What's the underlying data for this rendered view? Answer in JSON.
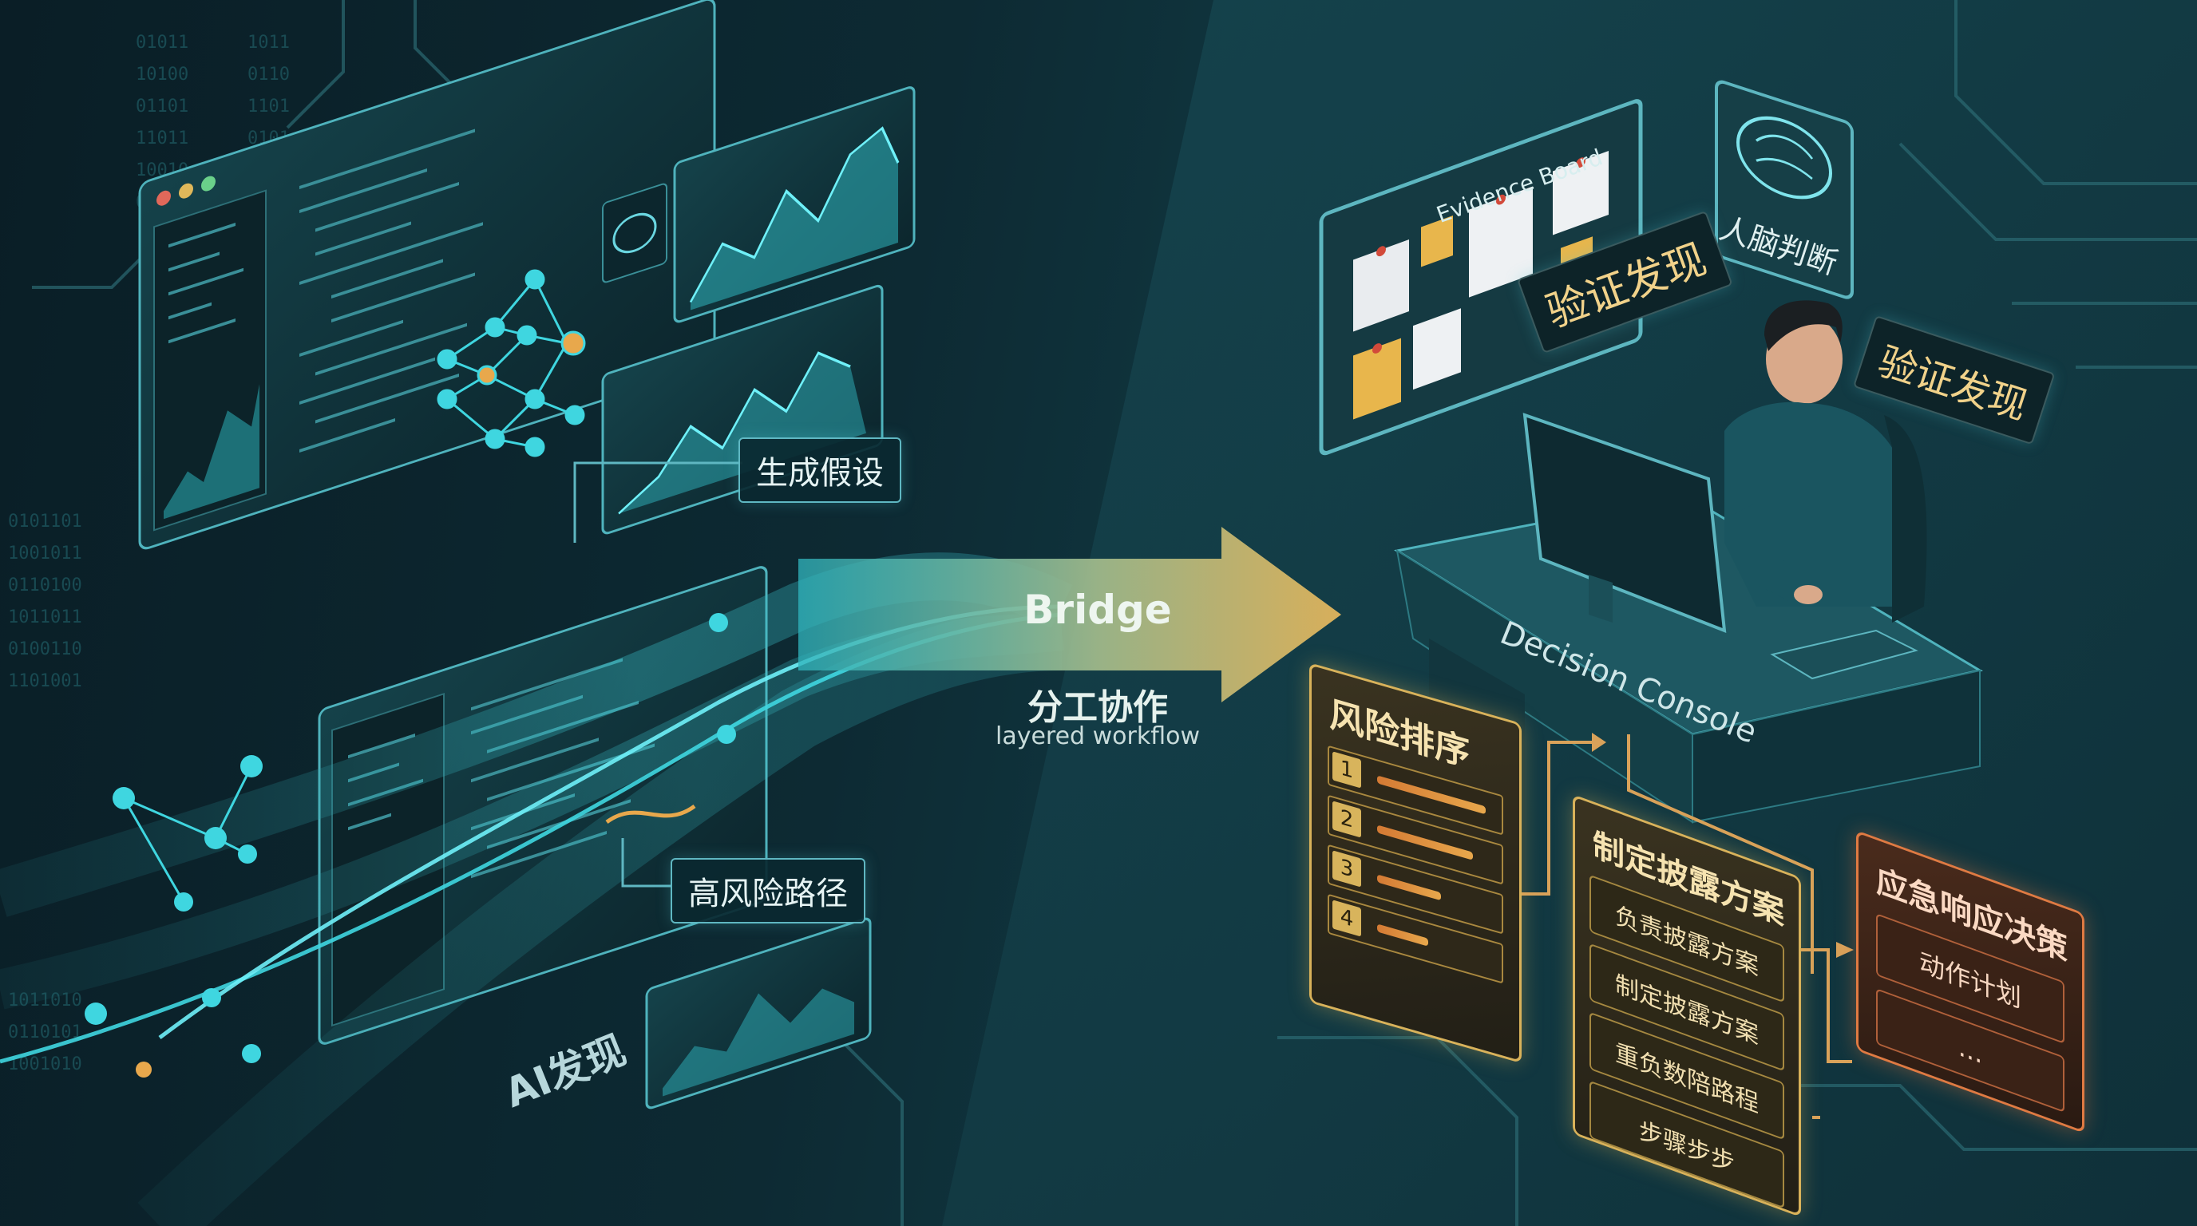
{
  "labels": {
    "hypothesis": "生成假设",
    "high_risk_path": "高风险路径",
    "ai_discovery": "AI发现",
    "bridge": "Bridge",
    "division": "分工协作",
    "layered": "layered workflow",
    "evidence_board": "Evidence Board",
    "verify_board": "验证发现",
    "verify_side": "验证发现",
    "human_judgment": "人脑判断",
    "decision_console": "Decision Console"
  },
  "risk_panel": {
    "title": "风险排序",
    "ranks": [
      {
        "num": "1",
        "level": 0.85
      },
      {
        "num": "2",
        "level": 0.75
      },
      {
        "num": "3",
        "level": 0.5
      },
      {
        "num": "4",
        "level": 0.4
      }
    ]
  },
  "disclosure_panel": {
    "title": "制定披露方案",
    "steps": [
      "负责披露方案",
      "制定披露方案",
      "重负数陪路程",
      "步骤步步"
    ]
  },
  "response_panel": {
    "title": "应急响应决策",
    "steps": [
      "动作计划",
      "..."
    ]
  },
  "colors": {
    "teal": "#3fd6e0",
    "gold": "#d9b25a",
    "orange": "#e07a42",
    "background": "#0d2a33"
  }
}
